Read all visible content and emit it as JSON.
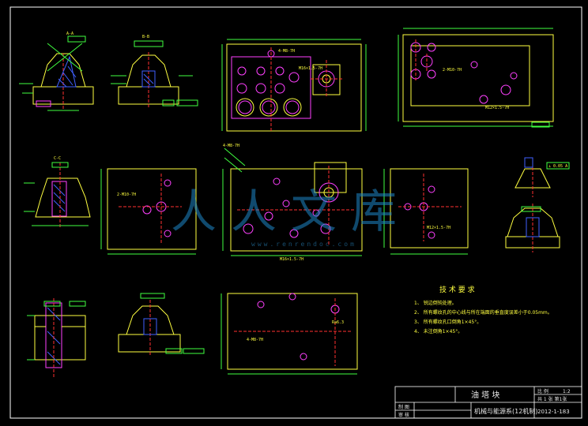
{
  "drawing": {
    "colors": {
      "background": "#000000",
      "frame": "#ffffff",
      "outline": "#ffff40",
      "hole": "#ff40ff",
      "hatch": "#4060ff",
      "center": "#ff3030",
      "dimension": "#40ff40",
      "watermark": "#1e88c8"
    },
    "watermark": {
      "text": "人人文库",
      "url": "www.renrendoc.com"
    },
    "title_block": {
      "part_name": "油 塔 块",
      "scale_label": "比 例",
      "scale_value": "1:2",
      "sheet_info": "共 1 张 第1张",
      "row_designer": "制 图",
      "row_checker": "审 核",
      "school_name": "机械与能源系(12机制)",
      "drawing_number": "2012-1-183"
    },
    "technical_notes": {
      "title": "技 术 要 求",
      "items": [
        "1、 锐边倒钝处理。",
        "2、 所有螺纹孔的中心线与所在端面的垂直度误差小于0.05mm。",
        "3、 所有螺纹孔口倒角1×45°。",
        "4、 未注倒角1×45°。"
      ]
    },
    "dimension_labels": {
      "hole_callout_a": "4-M8-7H",
      "hole_callout_b": "M16×1.5-7H",
      "hole_callout_c": "2-M10-7H",
      "hole_callout_d": "M12×1.5-7H",
      "ra": "Ra6.3",
      "section_a": "A-A",
      "section_b": "B-B",
      "section_c": "C-C",
      "tolerance_frame": "⊥ 0.05 A"
    }
  }
}
